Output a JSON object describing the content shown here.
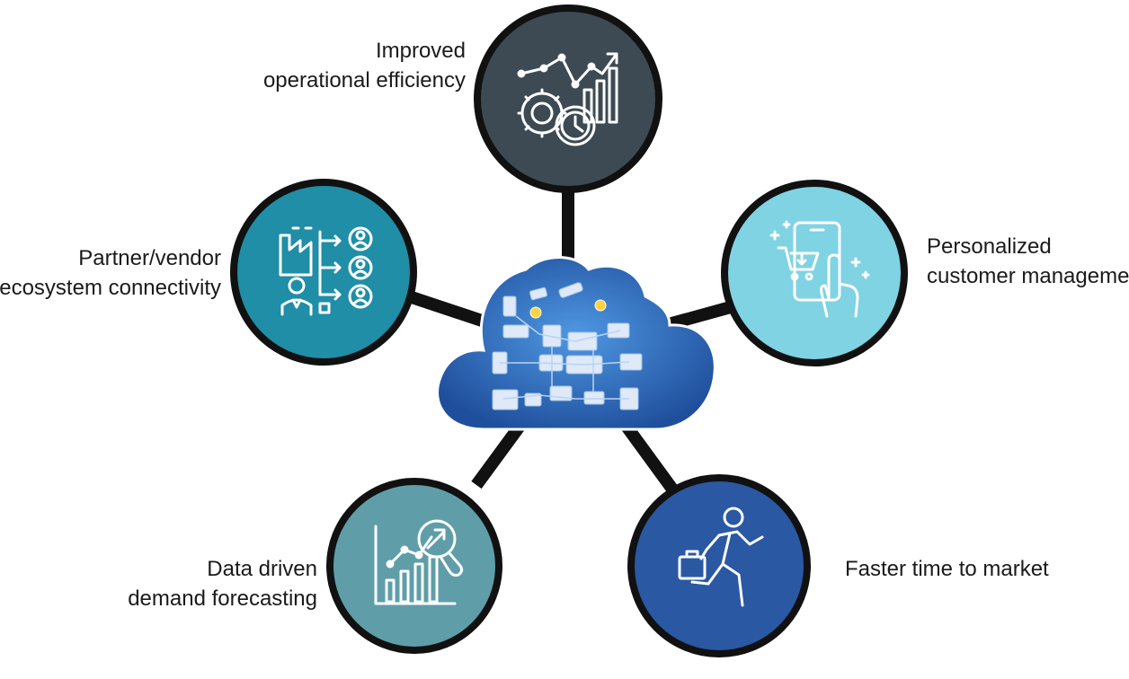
{
  "hub": {
    "icon": "cloud-iot-devices-icon"
  },
  "nodes": [
    {
      "id": "operational",
      "label_lines": [
        "Improved",
        "operational efficiency"
      ],
      "icon": "gears-clock-growth-chart-icon",
      "color": "#3d4a53"
    },
    {
      "id": "partner",
      "label_lines": [
        "Partner/vendor",
        "ecosystem connectivity"
      ],
      "icon": "factory-partners-network-icon",
      "color": "#1f8ea6"
    },
    {
      "id": "personalized",
      "label_lines": [
        "Personalized",
        "customer management"
      ],
      "icon": "mobile-touch-cart-icon",
      "color": "#7fd3e3"
    },
    {
      "id": "forecasting",
      "label_lines": [
        "Data driven",
        "demand forecasting"
      ],
      "icon": "bar-chart-magnifier-icon",
      "color": "#5f9ea8"
    },
    {
      "id": "market",
      "label_lines": [
        "Faster time to market"
      ],
      "icon": "running-man-briefcase-icon",
      "color": "#2a58a3"
    }
  ],
  "colors": {
    "outline": "#111111",
    "connector": "#111111",
    "cloud": "#2f6fc4",
    "cloud_light": "#5aa8ea",
    "text": "#1a1a1a"
  }
}
